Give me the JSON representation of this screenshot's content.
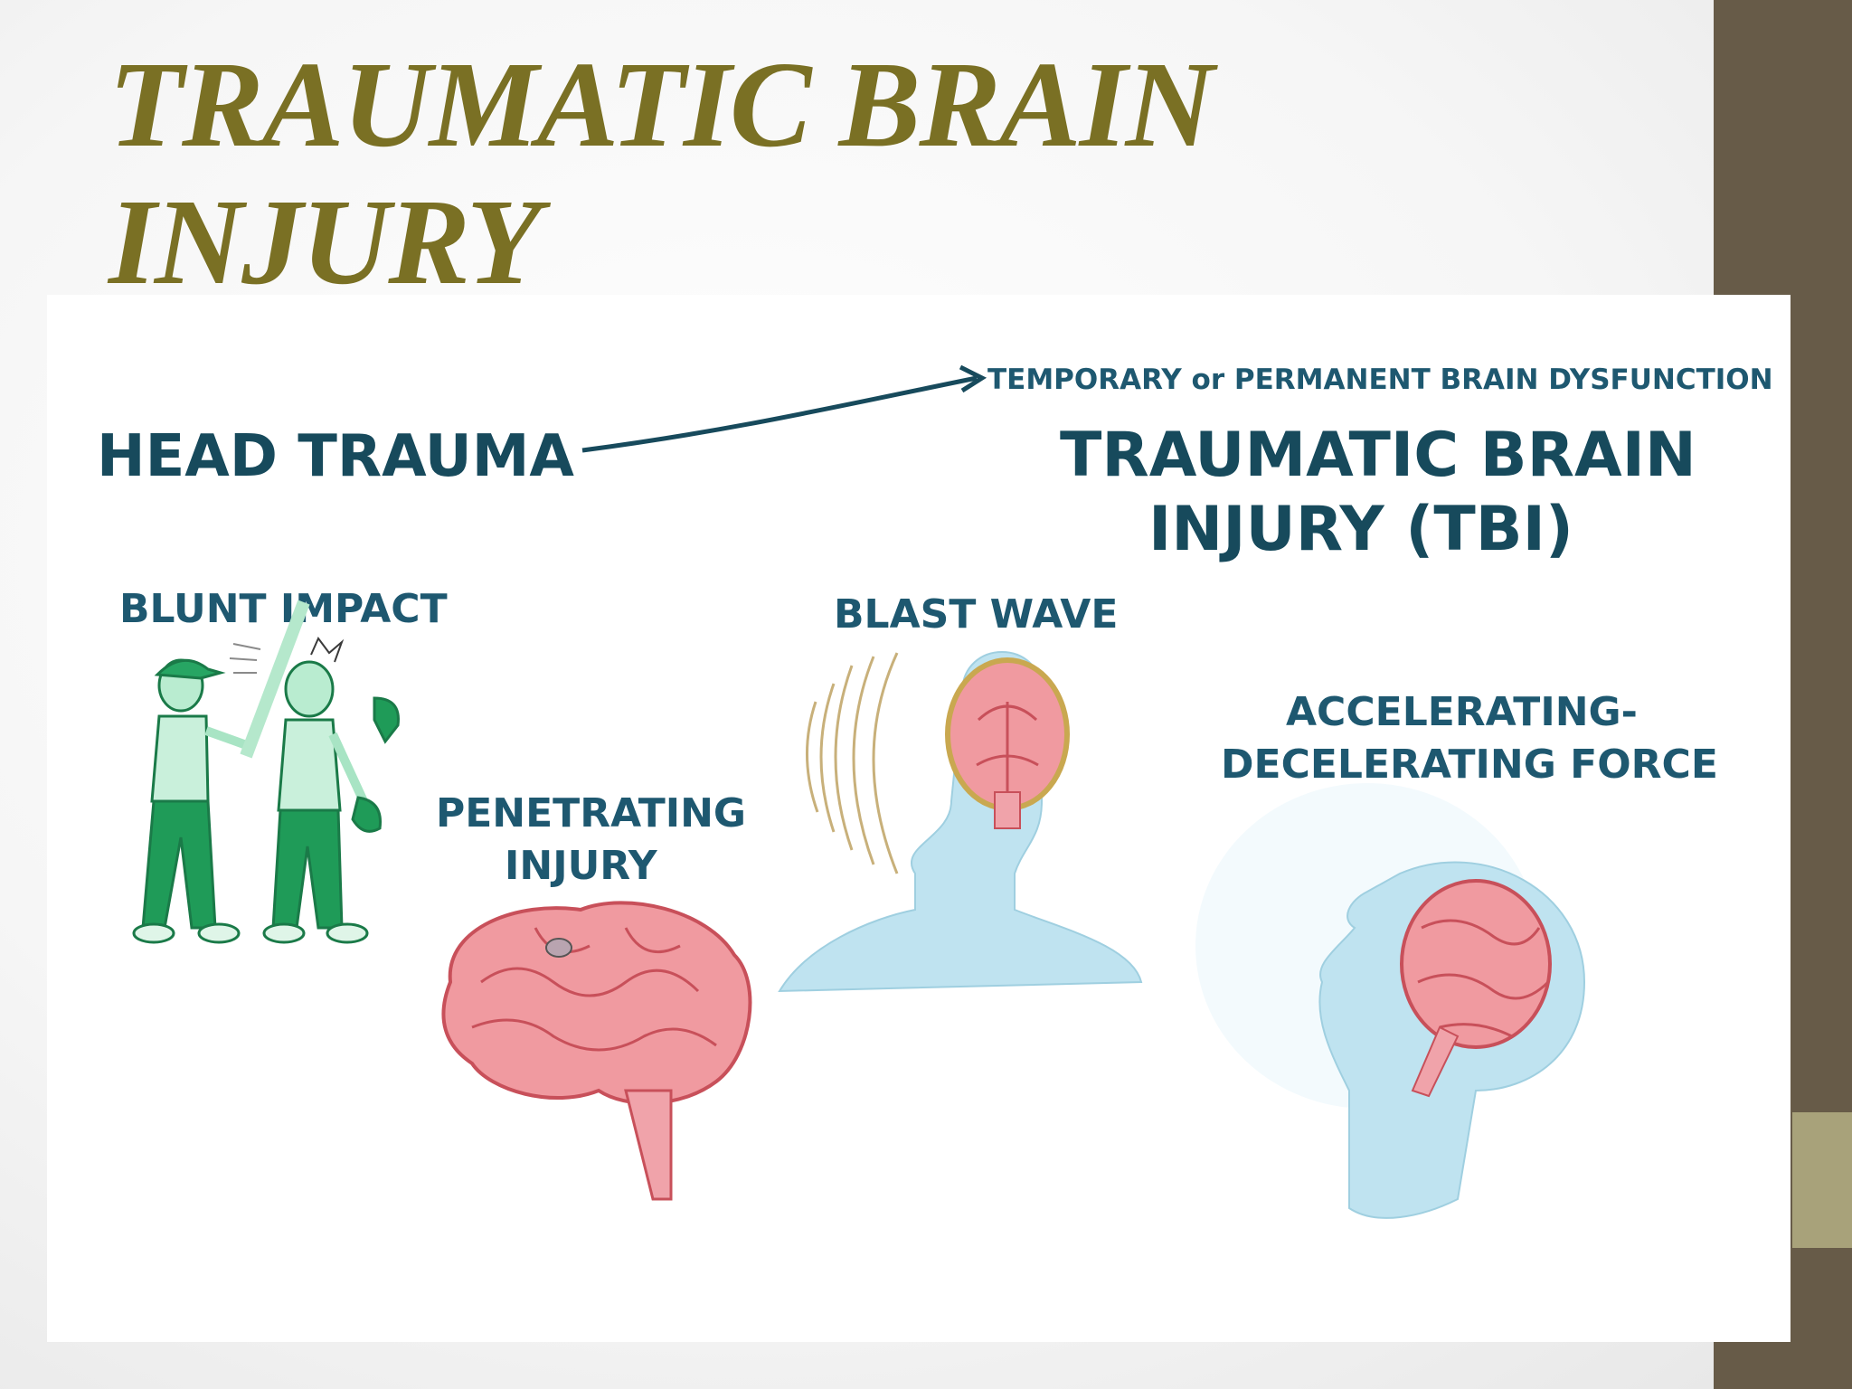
{
  "slide": {
    "title": "TRAUMATIC BRAIN INJURY",
    "title_color": "#7a7024",
    "sidebar_color": "#675b48",
    "accent_color": "#a8a27a"
  },
  "figure": {
    "head_trauma": "HEAD TRAUMA",
    "dysfunction_note": "TEMPORARY or PERMANENT BRAIN DYSFUNCTION",
    "tbi_line1": "TRAUMATIC BRAIN",
    "tbi_line2": "INJURY (TBI)",
    "blunt_impact": "BLUNT IMPACT",
    "blast_wave": "BLAST WAVE",
    "penetrating_line1": "PENETRATING",
    "penetrating_line2": "INJURY",
    "accel_line1": "ACCELERATING-",
    "accel_line2": "DECELERATING FORCE",
    "text_color": "#174a5c",
    "figure_green": "#1e9a5a",
    "brain_pink": "#f09aa0",
    "head_blue": "#bfe3f0"
  }
}
